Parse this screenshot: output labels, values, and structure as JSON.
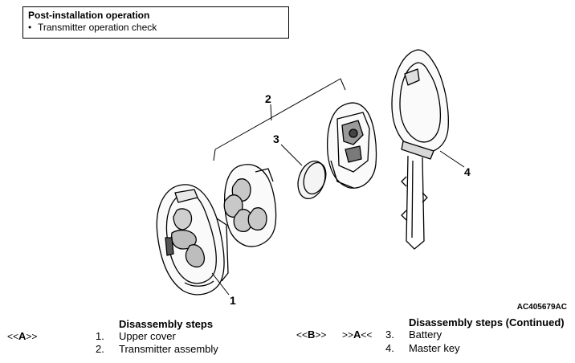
{
  "post_install": {
    "title": "Post-installation operation",
    "items": [
      "Transmitter operation check"
    ]
  },
  "callouts": [
    "1",
    "2",
    "3",
    "4"
  ],
  "figure_code": "AC405679AC",
  "disassembly_left": {
    "title": "Disassembly steps",
    "rows": [
      {
        "mark_pre": "<<",
        "mark_letter": "A",
        "mark_post": ">>",
        "num": "1.",
        "label": "Upper cover"
      },
      {
        "mark_pre": "",
        "mark_letter": "",
        "mark_post": "",
        "num": "2.",
        "label": "Transmitter assembly"
      }
    ]
  },
  "disassembly_right": {
    "title": "Disassembly steps (Continued)",
    "rows": [
      {
        "mark1_pre": "<<",
        "mark1_letter": "B",
        "mark1_post": ">>",
        "mark2_pre": ">>",
        "mark2_letter": "A",
        "mark2_post": "<<",
        "num": "3.",
        "label": "Battery"
      },
      {
        "mark1_pre": "",
        "mark1_letter": "",
        "mark1_post": "",
        "mark2_pre": "",
        "mark2_letter": "",
        "mark2_post": "",
        "num": "4.",
        "label": "Master key"
      }
    ]
  }
}
